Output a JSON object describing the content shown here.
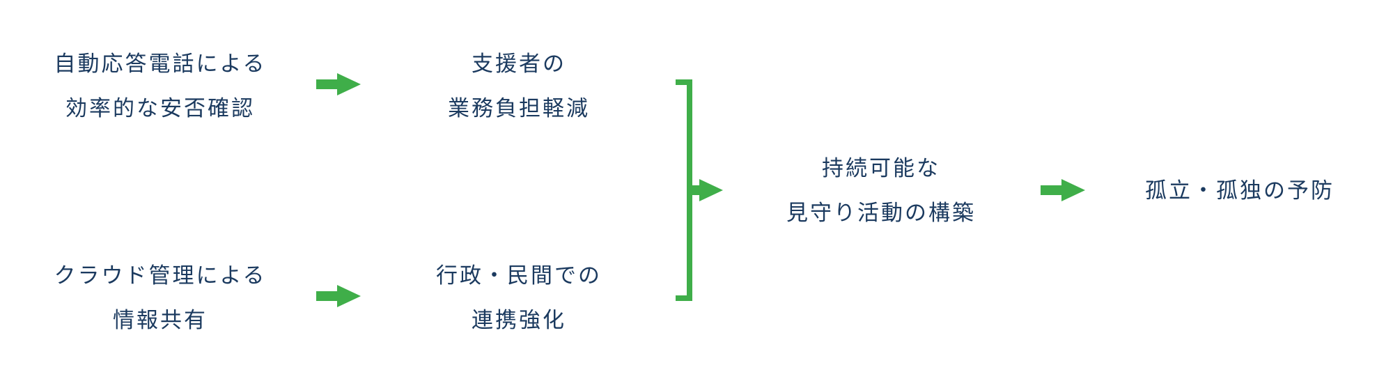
{
  "colors": {
    "text": "#1b3a5f",
    "arrow": "#3fae49"
  },
  "nodes": {
    "input_top": {
      "line1": "自動応答電話による",
      "line2": "効率的な安否確認"
    },
    "input_bottom": {
      "line1": "クラウド管理による",
      "line2": "情報共有"
    },
    "effect_top": {
      "line1": "支援者の",
      "line2": "業務負担軽減"
    },
    "effect_bottom": {
      "line1": "行政・民間での",
      "line2": "連携強化"
    },
    "outcome": {
      "line1": "持続可能な",
      "line2": "見守り活動の構築"
    },
    "goal": {
      "line1": "孤立・孤独の予防"
    }
  }
}
